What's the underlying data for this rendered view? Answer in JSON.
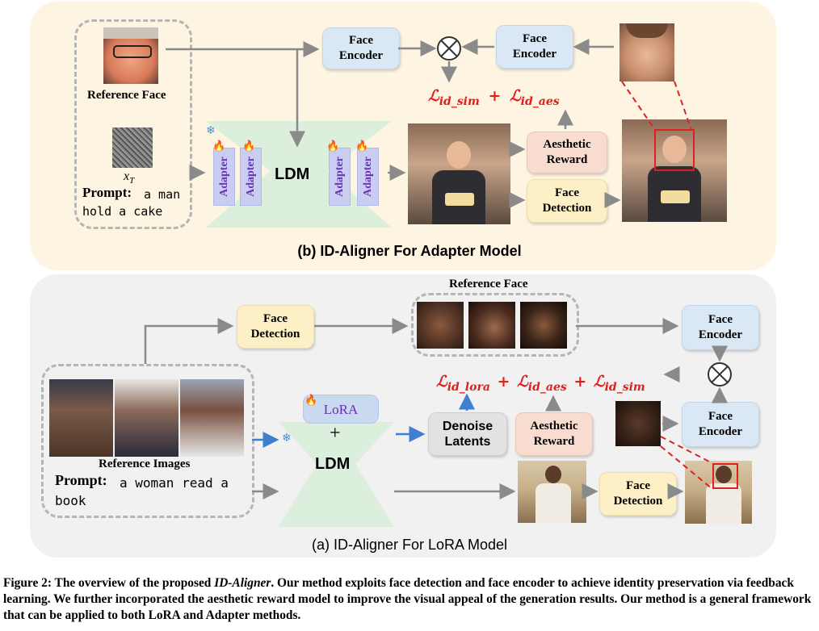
{
  "top_panel": {
    "title": "(b) ID-Aligner For Adapter Model",
    "reference_face_label": "Reference Face",
    "xt_label": "x",
    "xt_sub": "T",
    "prompt_label": "Prompt:",
    "prompt_text": "a man hold a cake",
    "adapter_label": "Adapter",
    "ldm_label": "LDM",
    "face_encoder_1": "Face\nEncoder",
    "face_encoder_2": "Face\nEncoder",
    "aesthetic_reward": "Aesthetic\nReward",
    "face_detection": "Face\nDetection",
    "loss_1": "ℒ",
    "loss_1_sub": "id_sim",
    "loss_plus": "+",
    "loss_2": "ℒ",
    "loss_2_sub": "id_aes"
  },
  "bottom_panel": {
    "title": "(a) ID-Aligner For LoRA Model",
    "reference_face_label": "Reference Face",
    "reference_images_label": "Reference Images",
    "prompt_label": "Prompt:",
    "prompt_text": "a woman read a book",
    "face_detection_1": "Face\nDetection",
    "face_detection_2": "Face\nDetection",
    "face_encoder_1": "Face\nEncoder",
    "face_encoder_2": "Face\nEncoder",
    "lora_label": "LoRA",
    "plus": "+",
    "ldm_label": "LDM",
    "denoise_latents": "Denoise\nLatents",
    "aesthetic_reward": "Aesthetic\nReward",
    "loss_lora": "ℒ",
    "loss_lora_sub": "id_lora",
    "loss_aes": "ℒ",
    "loss_aes_sub": "id_aes",
    "loss_sim": "ℒ",
    "loss_sim_sub": "id_sim",
    "loss_plus": "+"
  },
  "caption": {
    "figure_label": "Figure 2: The overview of the proposed ",
    "method_name": "ID-Aligner",
    "rest": ". Our method exploits face detection and face encoder to achieve identity preservation via feedback learning. We further incorporated the aesthetic reward model to improve the visual appeal of the generation results. Our method is a general framework that can be applied to both LoRA and Adapter methods."
  },
  "colors": {
    "top_panel_bg": "#fdf5e2",
    "bottom_panel_bg": "#f1f1f1",
    "loss_red": "#e51c1c",
    "ldm_green": "#dceedc",
    "arrow_grey": "#8a8a8a",
    "arrow_blue": "#3f7fd0"
  },
  "icons": [
    "fire-icon",
    "snowflake-icon",
    "multiply-icon",
    "noise-image",
    "face-photo"
  ]
}
